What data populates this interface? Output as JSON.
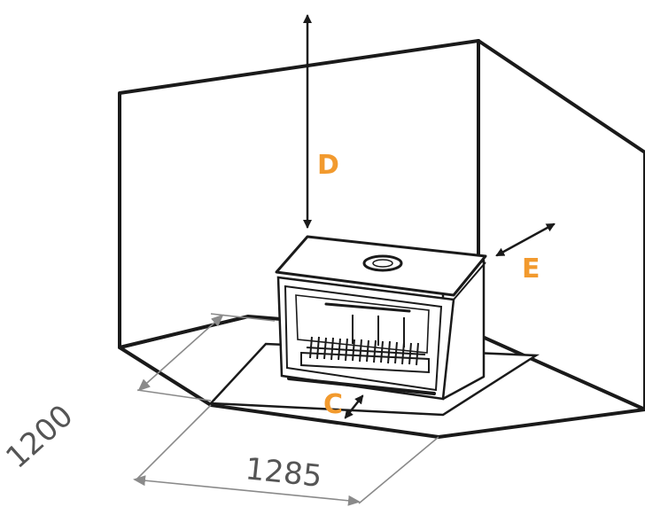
{
  "labels": {
    "d": "D",
    "e": "E",
    "c": "C"
  },
  "dimensions": {
    "depth": "1200",
    "width": "1285"
  },
  "colors": {
    "accent": "#F29A2E",
    "line": "#1a1a1a",
    "dimension": "#8a8a8a"
  }
}
